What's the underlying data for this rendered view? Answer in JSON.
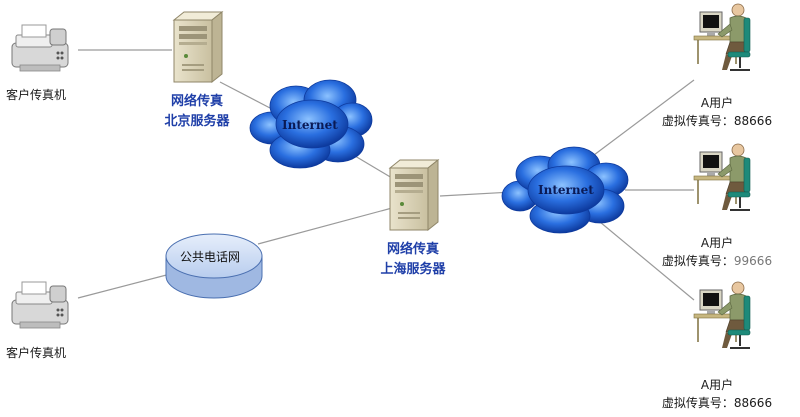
{
  "nodes": {
    "client_fax_top": {
      "label": "客户传真机"
    },
    "client_fax_bottom": {
      "label": "客户传真机"
    },
    "beijing_server": {
      "label_line1": "网络传真",
      "label_line2": "北京服务器"
    },
    "shanghai_server": {
      "label_line1": "网络传真",
      "label_line2": "上海服务器"
    },
    "internet_left": {
      "label": "Internet"
    },
    "internet_right": {
      "label": "Internet"
    },
    "pstn": {
      "label": "公共电话网"
    },
    "users": [
      {
        "name": "A用户",
        "fax_label": "虚拟传真号：",
        "fax_number": "88666"
      },
      {
        "name": "A用户",
        "fax_label": "虚拟传真号：",
        "fax_number": "99666"
      },
      {
        "name": "A用户",
        "fax_label": "虚拟传真号：",
        "fax_number": "88666"
      }
    ]
  },
  "colors": {
    "cloud": "#1d5fd6",
    "cloud_light": "#7fb4f5",
    "pstn_fill": "#c9d9f2",
    "pstn_stroke": "#4a6fb0",
    "link_line": "#9a9a9a",
    "label_blue": "#1f3fa8"
  }
}
